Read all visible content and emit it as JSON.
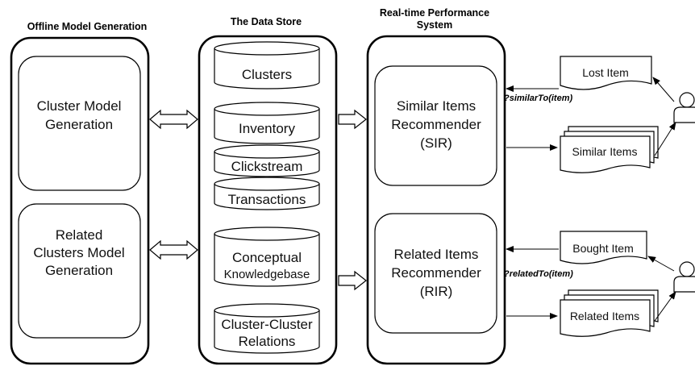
{
  "headers": {
    "offline": "Offline  Model Generation",
    "datastore": "The Data Store",
    "realtime_line1": "Real-time Performance",
    "realtime_line2": "System"
  },
  "offline_boxes": {
    "cluster_model": [
      "Cluster Model",
      "Generation"
    ],
    "related_clusters": [
      "Related",
      "Clusters Model",
      "Generation"
    ]
  },
  "data_stores": {
    "clusters": "Clusters",
    "inventory": "Inventory",
    "clickstream": "Clickstream",
    "transactions": "Transactions",
    "conceptual": [
      "Conceptual",
      "Knowledgebase"
    ],
    "cluster_relations": [
      "Cluster-Cluster",
      "Relations"
    ]
  },
  "recommenders": {
    "sir": [
      "Similar Items",
      "Recommender",
      "(SIR)"
    ],
    "rir": [
      "Related Items",
      "Recommender",
      "(RIR)"
    ]
  },
  "documents": {
    "lost_item": "Lost Item",
    "similar_items": "Similar Items",
    "bought_item": "Bought Item",
    "related_items": "Related Items"
  },
  "calls": {
    "similar_to": "?similarTo(item)",
    "related_to": "?relatedTo(item)"
  },
  "icons": [
    "user-icon",
    "user-icon"
  ]
}
